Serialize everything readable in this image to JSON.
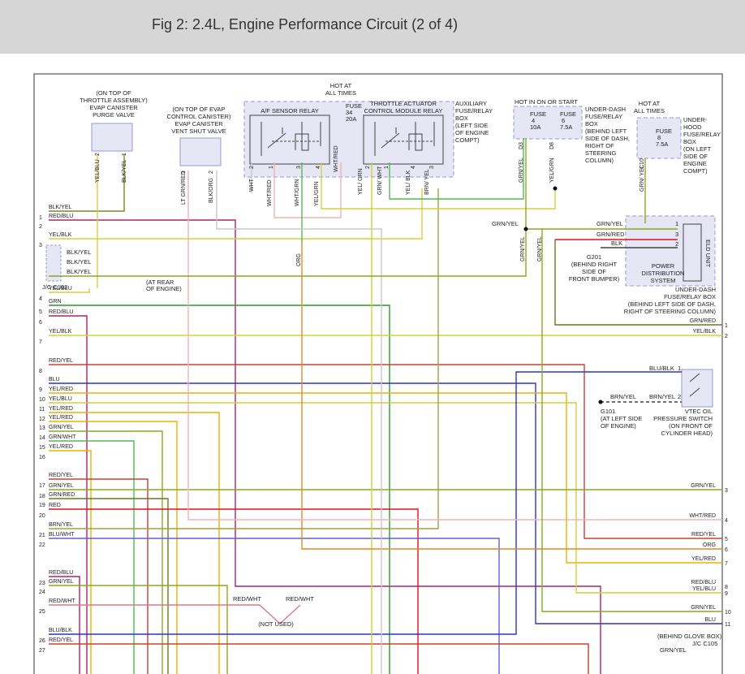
{
  "header": {
    "title": "Fig 2: 2.4L, Engine Performance Circuit (2 of 4)"
  },
  "colors": {
    "yel_blu": "#cdd23a",
    "blk_yel": "#7a8a2a",
    "red_blu": "#b0206a",
    "yel_blk": "#d6d43a",
    "grn": "#2a9a2a",
    "red_yel": "#cc4030",
    "blu": "#2a35c8",
    "yel_red": "#f0b000",
    "grn_yel": "#88aa20",
    "grn_wht": "#55b855",
    "grn_red": "#6a7a22",
    "red": "#e0101c",
    "brn_yel": "#a4a040",
    "blu_wht": "#6060d8",
    "red_wht": "#d87a8a",
    "wht_red": "#f0b4b4",
    "wht": "#c8c8c8",
    "orn": "#e08a2a",
    "box": "#9a9ad2",
    "box_fill": "#e6e6f4"
  },
  "labels": {
    "evap_purge": [
      "(ON TOP OF",
      "THROTTLE ASSEMBLY)",
      "EVAP CANISTER",
      "PURGE VALVE"
    ],
    "evap_vent": [
      "(ON TOP OF EVAP",
      "CONTROL CANISTER)",
      "EVAP CANISTER",
      "VENT SHUT VALVE"
    ],
    "hot_all_1": [
      "HOT AT",
      "ALL TIMES"
    ],
    "hot_all_2": [
      "HOT AT",
      "ALL TIMES"
    ],
    "hot_run": "HOT IN ON OR START",
    "af_relay": "A/F SENSOR RELAY",
    "tac_relay": [
      "THROTTLE ACTUATOR",
      "CONTROL MODULE RELAY"
    ],
    "aux_box": [
      "AUXILIARY",
      "FUSE/RELAY",
      "BOX",
      "(LEFT SIDE",
      "OF ENGINE",
      "COMPT)"
    ],
    "ud_box": [
      "UNDER-DASH",
      "FUSE/RELAY",
      "BOX",
      "(BEHIND LEFT",
      "SIDE OF DASH,",
      "RIGHT OF",
      "STEERING",
      "COLUMN)"
    ],
    "uh_box": [
      "UNDER-",
      "HOOD",
      "FUSE/RELAY",
      "BOX",
      "(ON LEFT",
      "SIDE OF",
      "ENGINE",
      "COMPT)"
    ],
    "fuse34": [
      "FUSE",
      "34",
      "20A"
    ],
    "fuse4": [
      "FUSE",
      "4",
      "10A"
    ],
    "fuse6": [
      "FUSE",
      "6",
      "7.5A"
    ],
    "fuse8": [
      "FUSE",
      "8",
      "7.5A"
    ],
    "g201": [
      "G201",
      "(BEHIND RIGHT",
      "SIDE OF",
      "FRONT BUMPER)"
    ],
    "pds": [
      "POWER",
      "DISTRIBUTION",
      "SYSTEM"
    ],
    "ud_box2": [
      "UNDER-DASH",
      "FUSE/RELAY BOX",
      "(BEHIND LEFT SIDE OF DASH,",
      "RIGHT OF STEERING COLUMN)"
    ],
    "elu": "ELD UNIT",
    "jc103": "J/C C103",
    "jc103_note": [
      "(AT REAR",
      "OF ENGINE)"
    ],
    "g101": [
      "G101",
      "(AT LEFT SIDE",
      "OF ENGINE)"
    ],
    "vtec": [
      "VTEC OIL",
      "PRESSURE SWITCH",
      "(ON FRONT OF",
      "CYLINDER HEAD)"
    ],
    "not_used": "(NOT USED)",
    "glove": "(BEHIND GLOVE BOX)",
    "jc105": "J/C C105",
    "connector_d3": "D3",
    "connector_d8": "D8",
    "connector_c10": "C10",
    "relay_pins": [
      "2",
      "1",
      "3",
      "4",
      "2",
      "1",
      "4",
      "3"
    ]
  },
  "wire_labels": {
    "purge_1": "BLK/YEL",
    "purge_2": "YEL/BLU",
    "purge_pin1": "1",
    "purge_pin2": "2",
    "vent_1": "LT GRN/RED",
    "vent_2": "BLK/ORG",
    "vent_pin1": "1",
    "vent_pin2": "2",
    "af_wht": "WHT",
    "af_whtred": "WHT/RED",
    "af_whtgrn": "WHT/GRN",
    "af_yelgrn": "YEL/GRN",
    "af_whtred2": "WHT/RED",
    "tac_yelgrn": "YEL/ GRN",
    "tac_grnwht": "GRN/ WHT",
    "tac_yelblk": "YEL/ BLK",
    "tac_brnyel": "BRN/ YEL",
    "d3": "GRN/YEL",
    "d8": "YEL/GRN",
    "c10": "GRN/ YEL",
    "orn_mid": "ORG",
    "grn_yel_bus": "GRN/YEL",
    "grn_yel_vert1": "GRN/YEL",
    "grn_yel_vert2": "GRN/YEL",
    "elu_grnyel": "GRN/YEL",
    "elu_grnred": "GRN/RED",
    "elu_blk": "BLK",
    "elu_p1": "1",
    "elu_p3": "3",
    "elu_p2": "2",
    "vtec_blublk": "BLU/BLK",
    "vtec_brnyel": "BRN/YEL",
    "vtec_brnyel2": "BRN/YEL",
    "vtec_p1": "1",
    "vtec_p2": "2",
    "jc_blkyel_1": "BLK/YEL",
    "jc_blkyel_2": "BLK/YEL",
    "jc_blkyel_3": "BLK/YEL",
    "nu_redwht_1": "RED/WHT",
    "nu_redwht_2": "RED/WHT"
  },
  "left_rows": [
    {
      "num": "1",
      "label": "BLK/YEL"
    },
    {
      "num": "2",
      "label": "RED/BLU"
    },
    {
      "num": "3",
      "label": "YEL/BLK"
    },
    {
      "num": "4",
      "label": "YEL/BLU"
    },
    {
      "num": "5",
      "label": "GRN"
    },
    {
      "num": "6",
      "label": "RED/BLU"
    },
    {
      "num": "7",
      "label": "YEL/BLK"
    },
    {
      "num": "8",
      "label": "RED/YEL"
    },
    {
      "num": "9",
      "label": "BLU"
    },
    {
      "num": "10",
      "label": "YEL/RED"
    },
    {
      "num": "11",
      "label": "YEL/BLU"
    },
    {
      "num": "12",
      "label": "YEL/RED"
    },
    {
      "num": "13",
      "label": "YEL/RED"
    },
    {
      "num": "14",
      "label": "GRN/YEL"
    },
    {
      "num": "15",
      "label": "GRN/WHT"
    },
    {
      "num": "16",
      "label": "YEL/RED"
    },
    {
      "num": "17",
      "label": "RED/YEL"
    },
    {
      "num": "18",
      "label": "GRN/YEL"
    },
    {
      "num": "19",
      "label": "GRN/RED"
    },
    {
      "num": "20",
      "label": "RED"
    },
    {
      "num": "21",
      "label": "BRN/YEL"
    },
    {
      "num": "22",
      "label": "BLU/WHT"
    },
    {
      "num": "23",
      "label": "RED/BLU"
    },
    {
      "num": "24",
      "label": "GRN/YEL"
    },
    {
      "num": "25",
      "label": "RED/WHT"
    },
    {
      "num": "26",
      "label": "BLU/BLK"
    },
    {
      "num": "27",
      "label": "RED/YEL"
    }
  ],
  "right_rows": [
    {
      "num": "1",
      "label": "GRN/RED"
    },
    {
      "num": "2",
      "label": "YEL/BLK"
    },
    {
      "num": "3",
      "label": "GRN/YEL"
    },
    {
      "num": "4",
      "label": "WHT/RED"
    },
    {
      "num": "5",
      "label": "RED/YEL"
    },
    {
      "num": "6",
      "label": "ORG"
    },
    {
      "num": "7",
      "label": "YEL/RED"
    },
    {
      "num": "8",
      "label": "RED/BLU"
    },
    {
      "num": "9",
      "label": "YEL/BLU"
    },
    {
      "num": "10",
      "label": "GRN/YEL"
    },
    {
      "num": "11",
      "label": "BLU"
    }
  ],
  "jc105_label": "GRN/YEL"
}
